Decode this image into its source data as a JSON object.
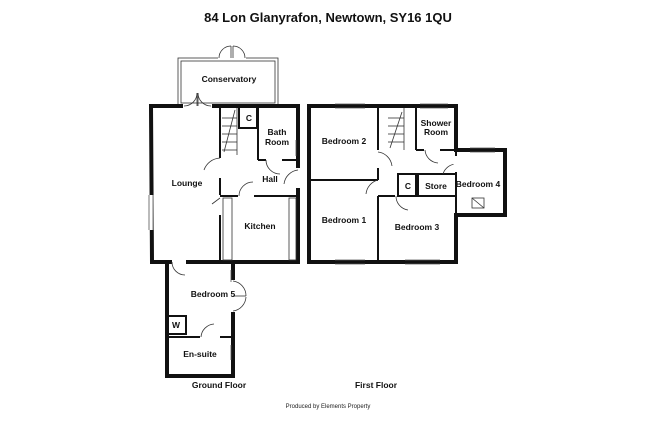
{
  "title": "84 Lon Glanyrafon, Newtown, SY16 1QU",
  "rooms": {
    "conservatory": "Conservatory",
    "lounge": "Lounge",
    "cupboard_ground": "C",
    "bathroom_line1": "Bath",
    "bathroom_line2": "Room",
    "hall": "Hall",
    "kitchen": "Kitchen",
    "bedroom5": "Bedroom 5",
    "wardrobe": "W",
    "ensuite": "En-suite",
    "bedroom2": "Bedroom 2",
    "shower_line1": "Shower",
    "shower_line2": "Room",
    "cupboard_first": "C",
    "store": "Store",
    "bedroom4": "Bedroom 4",
    "bedroom1": "Bedroom 1",
    "bedroom3": "Bedroom 3"
  },
  "floors": {
    "ground": "Ground Floor",
    "first": "First Floor"
  },
  "credit": "Produced by Elements Property"
}
